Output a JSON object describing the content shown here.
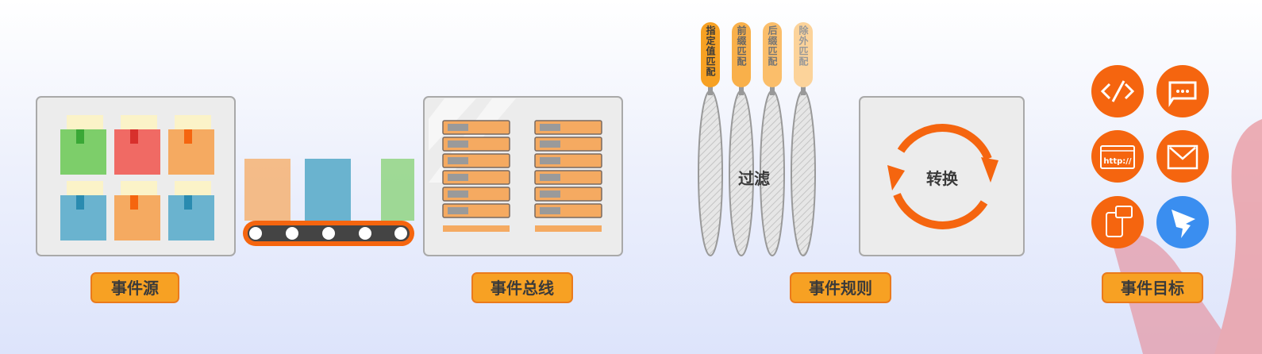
{
  "stages": {
    "source": {
      "label": "事件源"
    },
    "bus": {
      "label": "事件总线"
    },
    "rules": {
      "label": "事件规则",
      "filter_label": "过滤",
      "transform_label": "转换",
      "filter_types": [
        "指定值匹配",
        "前缀匹配",
        "后缀匹配",
        "除外匹配"
      ]
    },
    "target": {
      "label": "事件目标",
      "icons": [
        "function-compute-icon",
        "message-queue-icon",
        "http-icon",
        "mail-icon",
        "sms-icon",
        "dingtalk-icon"
      ],
      "http_text": "http://"
    }
  },
  "colors": {
    "accent": "#f7a123",
    "target_orange": "#f5650f",
    "dingtalk_blue": "#3a8ef0",
    "book_green": "#7dce6a",
    "book_red": "#f06a64",
    "book_orange": "#f5aa61",
    "book_blue": "#6ab3cf"
  }
}
